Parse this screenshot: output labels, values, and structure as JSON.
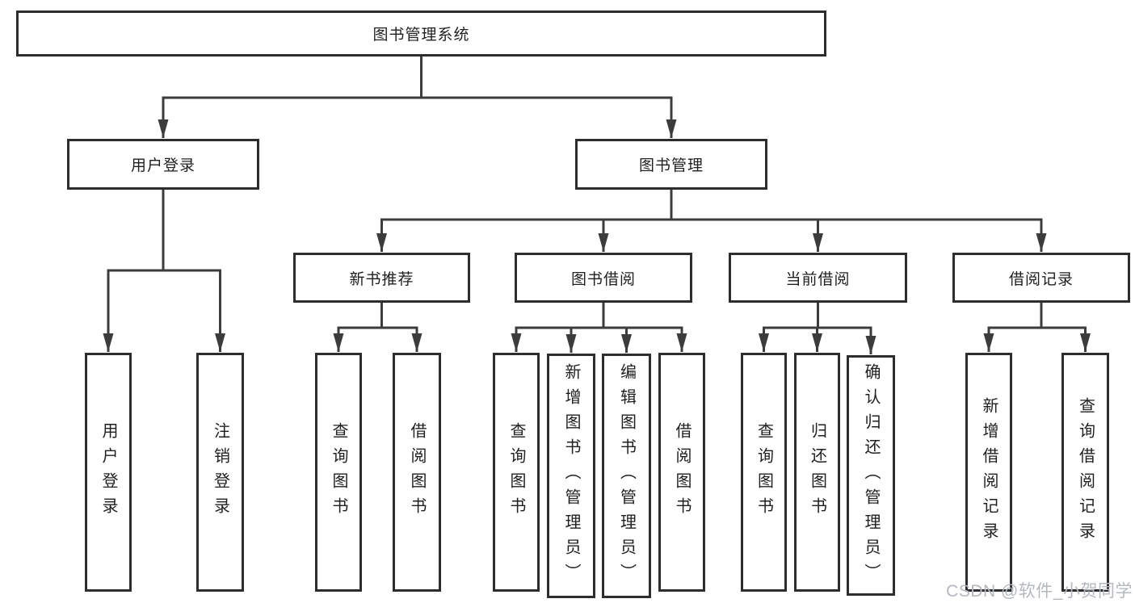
{
  "colors": {
    "line": "#3c3c3c",
    "box_border": "#2d2d2d",
    "text": "#1f1f1f",
    "watermark": "#b4b8be",
    "background": "#ffffff"
  },
  "tree": {
    "root": {
      "label": "图书管理系统",
      "children": [
        {
          "label": "用户登录",
          "children": [
            {
              "label": "用户登录"
            },
            {
              "label": "注销登录"
            }
          ]
        },
        {
          "label": "图书管理",
          "children": [
            {
              "label": "新书推荐",
              "children": [
                {
                  "label": "查询图书"
                },
                {
                  "label": "借阅图书"
                }
              ]
            },
            {
              "label": "图书借阅",
              "children": [
                {
                  "label": "查询图书"
                },
                {
                  "label": "新增图书（管理员）"
                },
                {
                  "label": "编辑图书（管理员）"
                },
                {
                  "label": "借阅图书"
                }
              ]
            },
            {
              "label": "当前借阅",
              "children": [
                {
                  "label": "查询图书"
                },
                {
                  "label": "归还图书"
                },
                {
                  "label": "确认归还（管理员）"
                }
              ]
            },
            {
              "label": "借阅记录",
              "children": [
                {
                  "label": "新增借阅记录"
                },
                {
                  "label": "查询借阅记录"
                }
              ]
            }
          ]
        }
      ]
    }
  },
  "watermark": {
    "text": "CSDN @软件_小贺同学"
  }
}
